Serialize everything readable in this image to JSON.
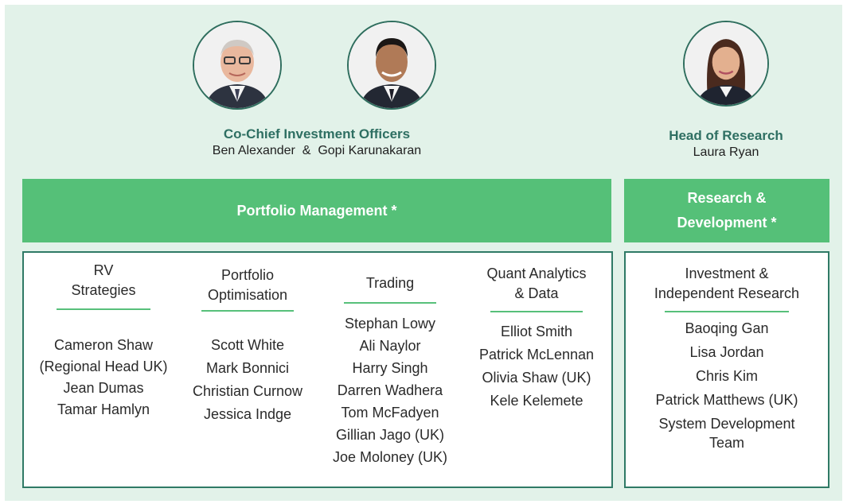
{
  "leadership": [
    {
      "title": "Co-Chief Investment Officers",
      "names": "Ben Alexander  &  Gopi Karunakaran",
      "portraits": [
        "portrait-ben-alexander",
        "portrait-gopi-karunakaran"
      ]
    },
    {
      "title": "Head of Research",
      "names": "Laura Ryan",
      "portraits": [
        "portrait-laura-ryan"
      ]
    }
  ],
  "banners": {
    "portfolio": "Portfolio Management *",
    "research_line1": "Research &",
    "research_line2": "Development *"
  },
  "portfolio_columns": [
    {
      "heading": [
        "RV",
        "Strategies"
      ],
      "members": [
        "Cameron Shaw",
        "(Regional Head UK)",
        "Jean Dumas",
        "Tamar Hamlyn"
      ]
    },
    {
      "heading": [
        "Portfolio",
        "Optimisation"
      ],
      "members": [
        "Scott White",
        "Mark Bonnici",
        "Christian Curnow",
        "Jessica Indge"
      ]
    },
    {
      "heading": [
        "Trading"
      ],
      "members": [
        "Stephan Lowy",
        "Ali Naylor",
        "Harry Singh",
        "Darren Wadhera",
        "Tom McFadyen",
        "Gillian Jago (UK)",
        "Joe Moloney (UK)"
      ]
    },
    {
      "heading": [
        "Quant Analytics",
        "& Data"
      ],
      "members": [
        "Elliot Smith",
        "Patrick McLennan",
        "Olivia Shaw (UK)",
        "Kele Kelemete"
      ]
    }
  ],
  "research_column": {
    "heading": [
      "Investment &",
      "Independent Research"
    ],
    "members": [
      "Baoqing Gan",
      "Lisa Jordan",
      "Chris Kim",
      "Patrick Matthews (UK)",
      "System Development",
      "Team"
    ]
  },
  "colors": {
    "background": "#e2f2e9",
    "banner": "#55c078",
    "title_teal": "#2e6f62",
    "panel_border": "#2f7a66"
  }
}
